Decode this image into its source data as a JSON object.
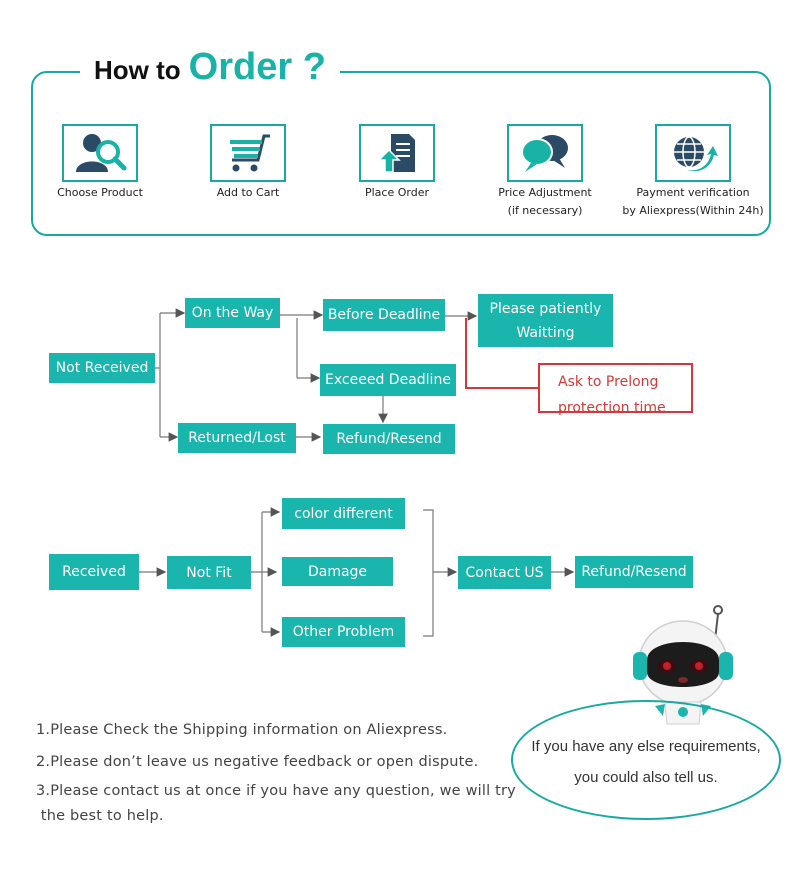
{
  "header": {
    "title_prefix": "How to",
    "title_main": "Order ?",
    "steps": [
      {
        "label": "Choose  Product",
        "icon": "user-search-icon"
      },
      {
        "label": "Add to Cart",
        "icon": "shopping-cart-icon"
      },
      {
        "label": "Place  Order",
        "icon": "document-upload-icon"
      },
      {
        "label": "Price Adjustment",
        "label2": "(if necessary)",
        "icon": "chat-bubbles-icon"
      },
      {
        "label": "Payment verification",
        "label2": "by Aliexpress(Within 24h)",
        "icon": "globe-arrow-icon"
      }
    ]
  },
  "flow1": {
    "not_received": "Not Received",
    "on_the_way": "On the Way",
    "before_deadline": "Before Deadline",
    "patient_line1": "Please patiently",
    "patient_line2": "Waitting",
    "exceed_deadline": "Exceeed Deadline",
    "returned_lost": "Returned/Lost",
    "refund_resend": "Refund/Resend",
    "prelong_line1": "Ask to Prelong",
    "prelong_line2": "protection time"
  },
  "flow2": {
    "received": "Received",
    "not_fit": "Not Fit",
    "color_different": "color different",
    "damage": "Damage",
    "other_problem": "Other Problem",
    "contact_us": "Contact US",
    "refund_resend": "Refund/Resend"
  },
  "notes": [
    "1.Please Check the Shipping information on Aliexpress.",
    "2.Please don’t leave us negative feedback or open dispute.",
    "3.Please contact us at once if you have any question, we will try",
    " the best to help."
  ],
  "bubble": {
    "line1": "If you have any else requirements,",
    "line2": "you could also tell us."
  },
  "colors": {
    "teal": "#1ab5ad",
    "red": "#d33a36"
  }
}
